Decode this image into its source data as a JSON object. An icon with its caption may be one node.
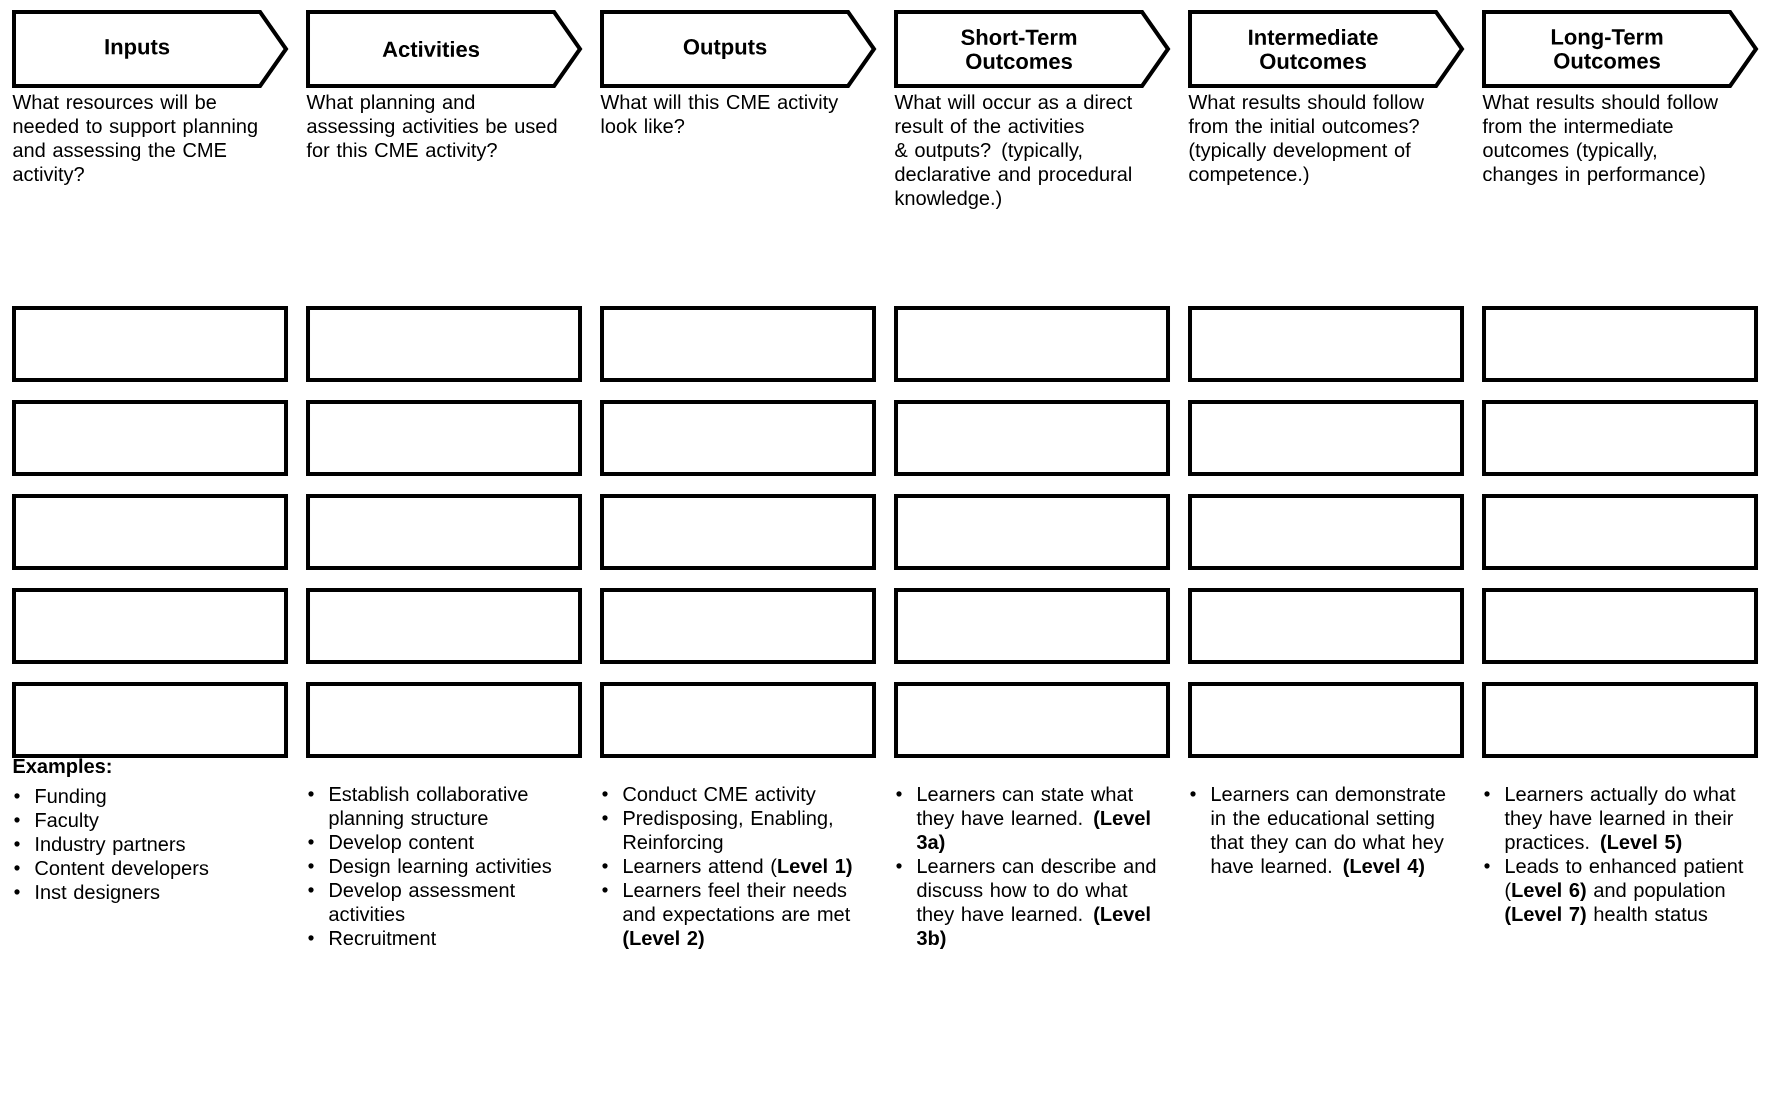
{
  "diagram": {
    "nodes": [
      {
        "text": [
          "Inputs"
        ],
        "beside": [
          "What resources will be needed to support planning and assessing the CME activity?"
        ]
      },
      {
        "text": [
          "Activities"
        ],
        "beside": [
          "What planning and assessing activities be used for this CME activity?"
        ]
      },
      {
        "text": [
          "Outputs"
        ],
        "beside": [
          "What will this CME activity look like?"
        ]
      },
      {
        "text": [
          "Short-Term Outcomes"
        ],
        "beside": [
          "What will occur as a direct result of the activities & outputs? (typically, declarative and procedural knowledge.)"
        ]
      },
      {
        "text": [
          "Intermediate Outcomes"
        ],
        "beside": [
          "What results should follow from the initial outcomes? (typically development of competence.)"
        ]
      },
      {
        "text": [
          "Long-Term Outcomes"
        ],
        "beside": [
          "What results should follow from the intermediate outcomes (typically, changes in performance)"
        ]
      },
      {
        "text": [],
        "shape": "box"
      },
      {
        "text": [],
        "shape": "box"
      },
      {
        "text": [],
        "shape": "box"
      },
      {
        "text": [],
        "shape": "box"
      },
      {
        "text": [],
        "shape": "box"
      },
      {
        "text": [],
        "shape": "box"
      },
      {
        "text": [],
        "shape": "box"
      },
      {
        "text": [],
        "shape": "box"
      },
      {
        "text": [],
        "shape": "box"
      },
      {
        "text": [],
        "shape": "box"
      },
      {
        "text": [],
        "shape": "box"
      },
      {
        "text": [],
        "shape": "box"
      },
      {
        "text": [],
        "shape": "box"
      },
      {
        "text": [],
        "shape": "box"
      },
      {
        "text": [],
        "shape": "box"
      },
      {
        "text": [],
        "shape": "box"
      },
      {
        "text": [],
        "shape": "box"
      },
      {
        "text": [],
        "shape": "box"
      },
      {
        "text": [],
        "shape": "box"
      },
      {
        "text": [],
        "shape": "box"
      },
      {
        "text": [],
        "shape": "box"
      },
      {
        "text": [],
        "shape": "box"
      },
      {
        "text": [],
        "shape": "box"
      },
      {
        "text": [],
        "shape": "box"
      },
      {
        "text": [],
        "shape": "box"
      },
      {
        "text": [],
        "shape": "box"
      },
      {
        "text": [],
        "shape": "box"
      },
      {
        "text": [],
        "shape": "box"
      },
      {
        "text": [],
        "shape": "box"
      },
      {
        "text": [],
        "shape": "box"
      }
    ],
    "labels": [
      "Examples:",
      "Funding",
      "Faculty",
      "Industry partners",
      "Content developers",
      "Inst designers",
      "Establish collaborative planning structure",
      "Develop content",
      "Design learning activities",
      "Develop assessment activities",
      "Recruitment",
      "Conduct CME activity",
      "Predisposing, Enabling, Reinforcing",
      "Learners attend (**Level 1)**",
      "Learners feel their needs and expectations are met **(Level 2)**",
      "Learners can state what they have learned. **(Level 3a)**",
      "Learners can describe and discuss how to do what they have learned. **(Level 3b)**",
      "Learners can demonstrate in the educational setting that they can do what hey have learned. **(Level 4)**",
      "Learners actually do what they have learned in their practices. **(Level 5)**",
      "Leads to enhanced patient (**Level 6)** and population **(Level 7)** health status"
    ]
  }
}
